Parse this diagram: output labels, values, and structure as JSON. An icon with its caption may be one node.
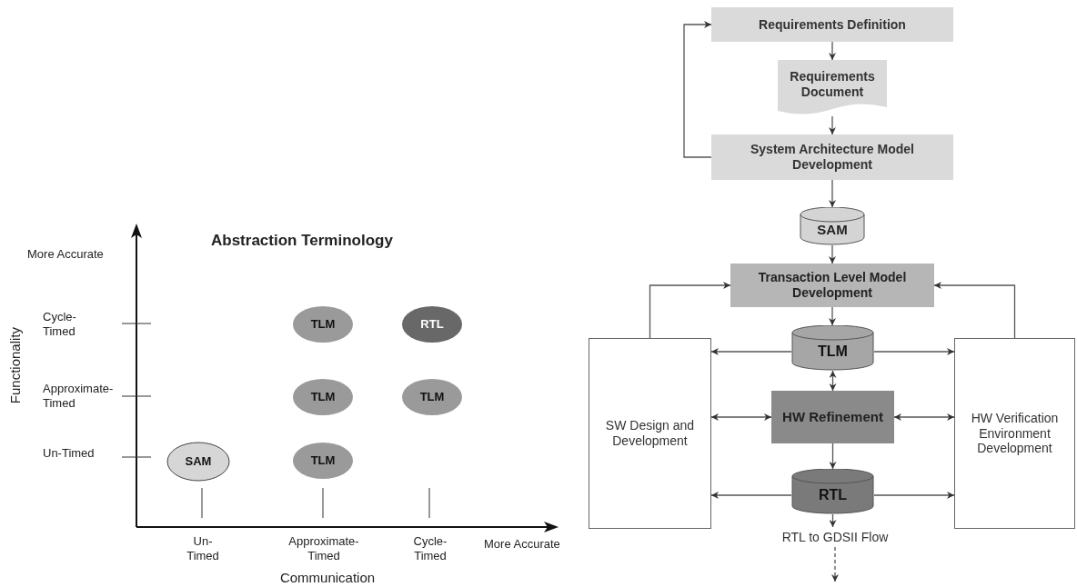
{
  "diagram": {
    "title": "Abstraction Terminology",
    "nodes": [
      {
        "text": [
          "TLM"
        ]
      },
      {
        "text": [
          "RTL"
        ]
      },
      {
        "text": [
          "TLM"
        ]
      },
      {
        "text": [
          "TLM"
        ]
      },
      {
        "text": [
          "SAM"
        ]
      },
      {
        "text": [
          "TLM"
        ]
      },
      {
        "text": [
          "Requirements Definition"
        ]
      },
      {
        "text": [
          "Requirements Document"
        ]
      },
      {
        "text": [
          "System Architecture Model Development"
        ]
      },
      {
        "text": [
          "SAM"
        ]
      },
      {
        "text": [
          "Transaction Level Model Development"
        ]
      },
      {
        "text": [
          "SW Design and Development"
        ]
      },
      {
        "text": [
          "TLM"
        ]
      },
      {
        "text": [
          "HW Verification Environment Development"
        ]
      },
      {
        "text": [
          "HW Refinement"
        ]
      },
      {
        "text": [
          "RTL"
        ]
      },
      {
        "text": [
          "RTL to GDSII Flow"
        ]
      }
    ],
    "edges": [
      {
        "from": 6,
        "to": 7,
        "arrow": "to"
      },
      {
        "from": 7,
        "to": 8,
        "arrow": "to"
      },
      {
        "from": 8,
        "to": 6,
        "arrow": "to"
      },
      {
        "from": 8,
        "to": 9,
        "arrow": "to"
      },
      {
        "from": 9,
        "to": 10,
        "arrow": "to"
      },
      {
        "from": 11,
        "to": 10,
        "arrow": "to"
      },
      {
        "from": 13,
        "to": 10,
        "arrow": "to"
      },
      {
        "from": 10,
        "to": 12,
        "arrow": "to"
      },
      {
        "from": 12,
        "to": 11,
        "arrow": "to"
      },
      {
        "from": 12,
        "to": 13,
        "arrow": "to"
      },
      {
        "from": 12,
        "to": 14,
        "arrow": "both"
      },
      {
        "from": 11,
        "to": 14,
        "arrow": "both"
      },
      {
        "from": 14,
        "to": 13,
        "arrow": "both"
      },
      {
        "from": 14,
        "to": 15,
        "arrow": "to"
      },
      {
        "from": 15,
        "to": 11,
        "arrow": "to"
      },
      {
        "from": 15,
        "to": 13,
        "arrow": "to"
      },
      {
        "from": 15,
        "to": 16,
        "arrow": "to"
      },
      {
        "from": 16,
        "to": null,
        "arrow": "to",
        "style": "dashed"
      }
    ],
    "labels": [
      "More Accurate",
      "Cycle- Timed",
      "Approximate- Timed",
      "Un-Timed",
      "Functionality",
      "Un- Timed",
      "Approximate- Timed",
      "Cycle- Timed",
      "More Accurate",
      "Communication"
    ]
  }
}
